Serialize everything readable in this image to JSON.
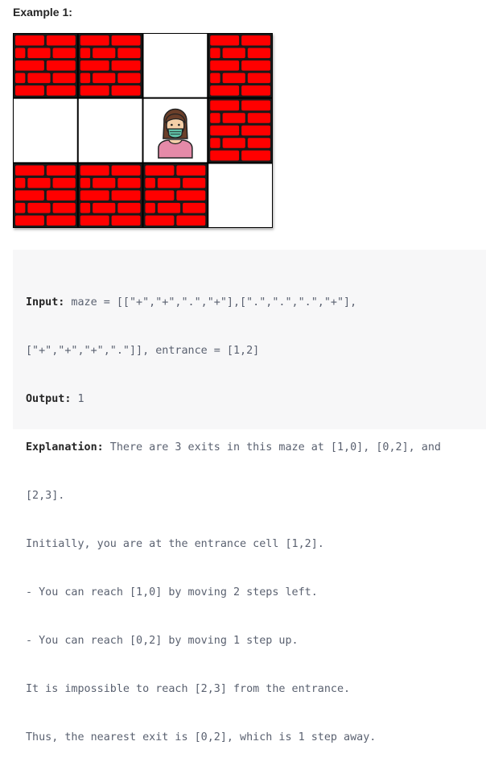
{
  "example": {
    "heading": "Example 1:"
  },
  "maze": {
    "rows": [
      [
        "+",
        "+",
        ".",
        "+"
      ],
      [
        ".",
        ".",
        ".",
        "+"
      ],
      [
        "+",
        "+",
        "+",
        "."
      ]
    ],
    "entrance": [
      1,
      2
    ],
    "wall_color": "#ff0000",
    "mortar_color": "#1a1a1a",
    "empty_color": "#ffffff",
    "entrance_icon": "person-with-mask-icon"
  },
  "code_block": {
    "input_label": "Input:",
    "input_line1": " maze = [[\"+\",\"+\",\".\",\"+\"],[\".\",\".\",\".\",\"+\"],",
    "input_line2": "[\"+\",\"+\",\"+\",\".\"]], entrance = [1,2]",
    "output_label": "Output:",
    "output_value": " 1",
    "explanation_label": "Explanation:",
    "explanation_line1": " There are 3 exits in this maze at [1,0], [0,2], and",
    "explanation_line2": "[2,3].",
    "lines": [
      "Initially, you are at the entrance cell [1,2].",
      "- You can reach [1,0] by moving 2 steps left.",
      "- You can reach [0,2] by moving 1 step up.",
      "It is impossible to reach [2,3] from the entrance.",
      "Thus, the nearest exit is [0,2], which is 1 step away."
    ]
  }
}
